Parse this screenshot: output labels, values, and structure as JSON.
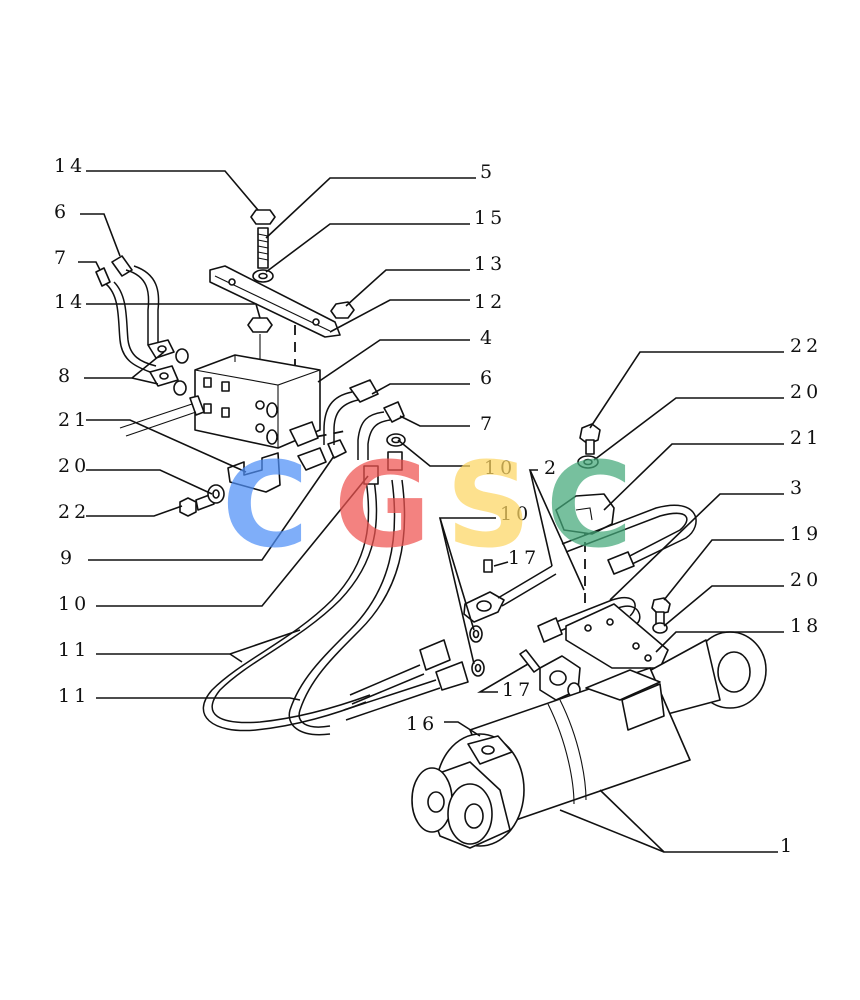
{
  "callouts": {
    "c14a": "14",
    "c5": "5",
    "c6a": "6",
    "c15": "15",
    "c7a": "7",
    "c13": "13",
    "c14b": "14",
    "c12": "12",
    "c4": "4",
    "c8": "8",
    "c6b": "6",
    "c22a": "22",
    "c20a": "20",
    "c21a": "21",
    "c7b": "7",
    "c21b": "21",
    "c20b": "20",
    "c10a": "10",
    "c2": "2",
    "c22b": "22",
    "c3": "3",
    "c10b": "10",
    "c9": "9",
    "c17a": "17",
    "c19": "19",
    "c20c": "20",
    "c10c": "10",
    "c18": "18",
    "c11a": "11",
    "c11b": "11",
    "c17b": "17",
    "c16": "16",
    "c1": "1"
  },
  "watermark": {
    "letters": [
      "C",
      "G",
      "S",
      "C"
    ],
    "colors": [
      "#4f8ff7",
      "#ef5350",
      "#fdd663",
      "#43a97a"
    ]
  },
  "colors": {
    "line": "#111111",
    "background": "#ffffff"
  }
}
